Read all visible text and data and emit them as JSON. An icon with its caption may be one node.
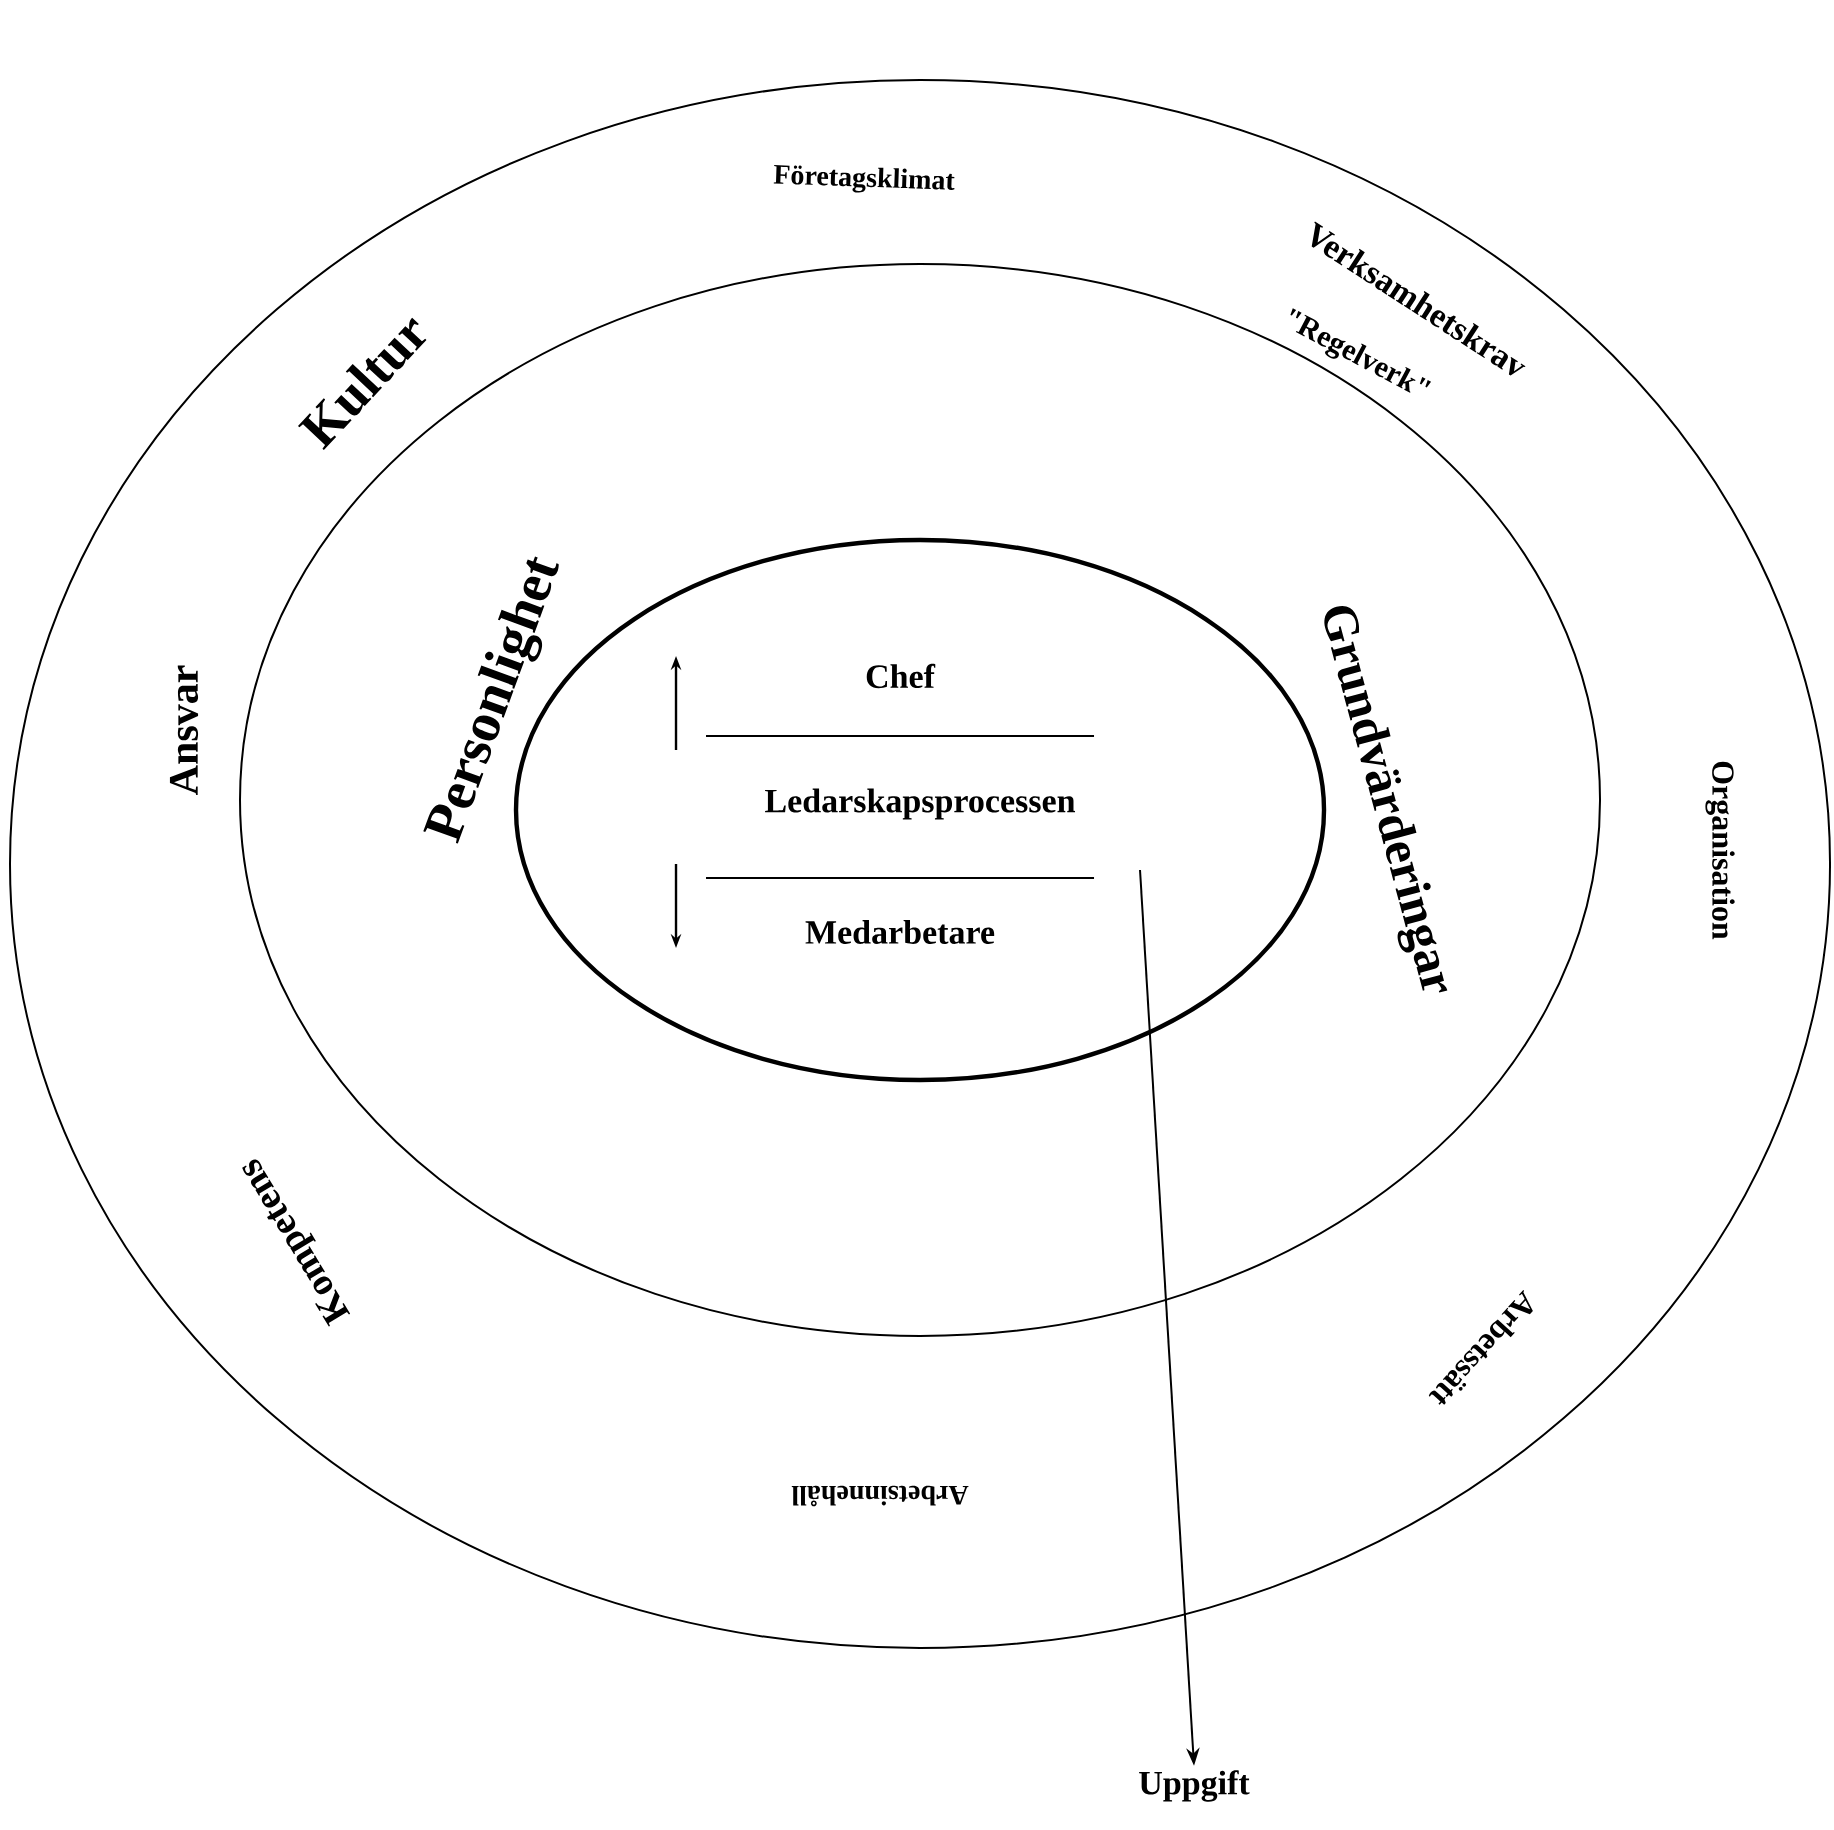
{
  "diagram": {
    "nodes": [
      {
        "text": [
          "Företagsklimat",
          "Verksamhetskrav",
          "\"Regelverk\"",
          "Kultur",
          "Ansvar",
          "Organisation",
          "Kompetens",
          "Arbetssätt",
          "Arbetsinnehåll"
        ]
      },
      {
        "text": [
          "Personlighet",
          "Grundvärderingar"
        ],
        "in": 0
      },
      {
        "text": [
          "Chef",
          "Ledarskapsprocessen",
          "Medarbetare"
        ],
        "in": 1
      },
      {
        "text": [
          "Uppgift"
        ]
      }
    ],
    "edges": [
      {
        "from": 2,
        "to": 3,
        "arrow": "to"
      }
    ]
  }
}
